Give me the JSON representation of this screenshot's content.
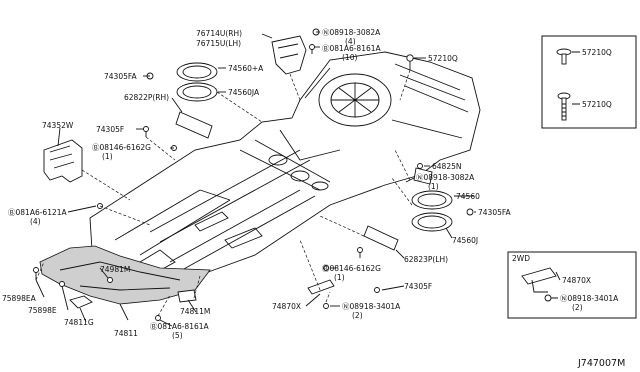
{
  "labels": {
    "p76714u": "76714U(RH)",
    "p76715u": "76715U(LH)",
    "p08918_3082a_top": "Ⓝ08918-3082A",
    "p08918_3082a_top_qty": "(4)",
    "p081a6_8161a_top": "Ⓑ081A6-8161A",
    "p081a6_8161a_top_qty": "(10)",
    "p57210q_center": "57210Q",
    "p57210q_box_top": "57210Q",
    "p57210q_box_bottom": "57210Q",
    "p74305fa_top": "74305FA",
    "p74560a": "74560+A",
    "p74560ja": "74560JA",
    "p62822p": "62822P(RH)",
    "p74352w": "74352W",
    "p74305f_left": "74305F",
    "p08146_6162g_left": "Ⓑ08146-6162G",
    "p08146_6162g_left_qty": "(1)",
    "p64825n": "64825N",
    "p08918_3082a_right": "Ⓝ08918-3082A",
    "p08918_3082a_right_qty": "(1)",
    "p74560": "74560",
    "p74305fa_right": "74305FA",
    "p74560j": "74560J",
    "p62823p": "62823P(LH)",
    "p74305f_right": "74305F",
    "p08146_6162g_bottom": "Ⓑ08146-6162G",
    "p08146_6162g_bottom_qty": "(1)",
    "p081a6_6121a": "Ⓑ081A6-6121A",
    "p081a6_6121a_qty": "(4)",
    "p74981m": "74981M",
    "p75898ea": "75898EA",
    "p75898e": "75898E",
    "p74811g": "74811G",
    "p74811": "74811",
    "p74811m": "74811M",
    "p081a6_8161a_bottom": "Ⓑ081A6-8161A",
    "p081a6_8161a_bottom_qty": "(5)",
    "p74870x_main": "74870X",
    "p08918_3401a_main": "Ⓝ08918-3401A",
    "p08918_3401a_main_qty": "(2)",
    "box_2wd_title": "2WD",
    "p74870x_box": "74870X",
    "p08918_3401a_box": "Ⓝ08918-3401A",
    "p08918_3401a_box_qty": "(2)",
    "diagram_ref": "J747007M"
  }
}
